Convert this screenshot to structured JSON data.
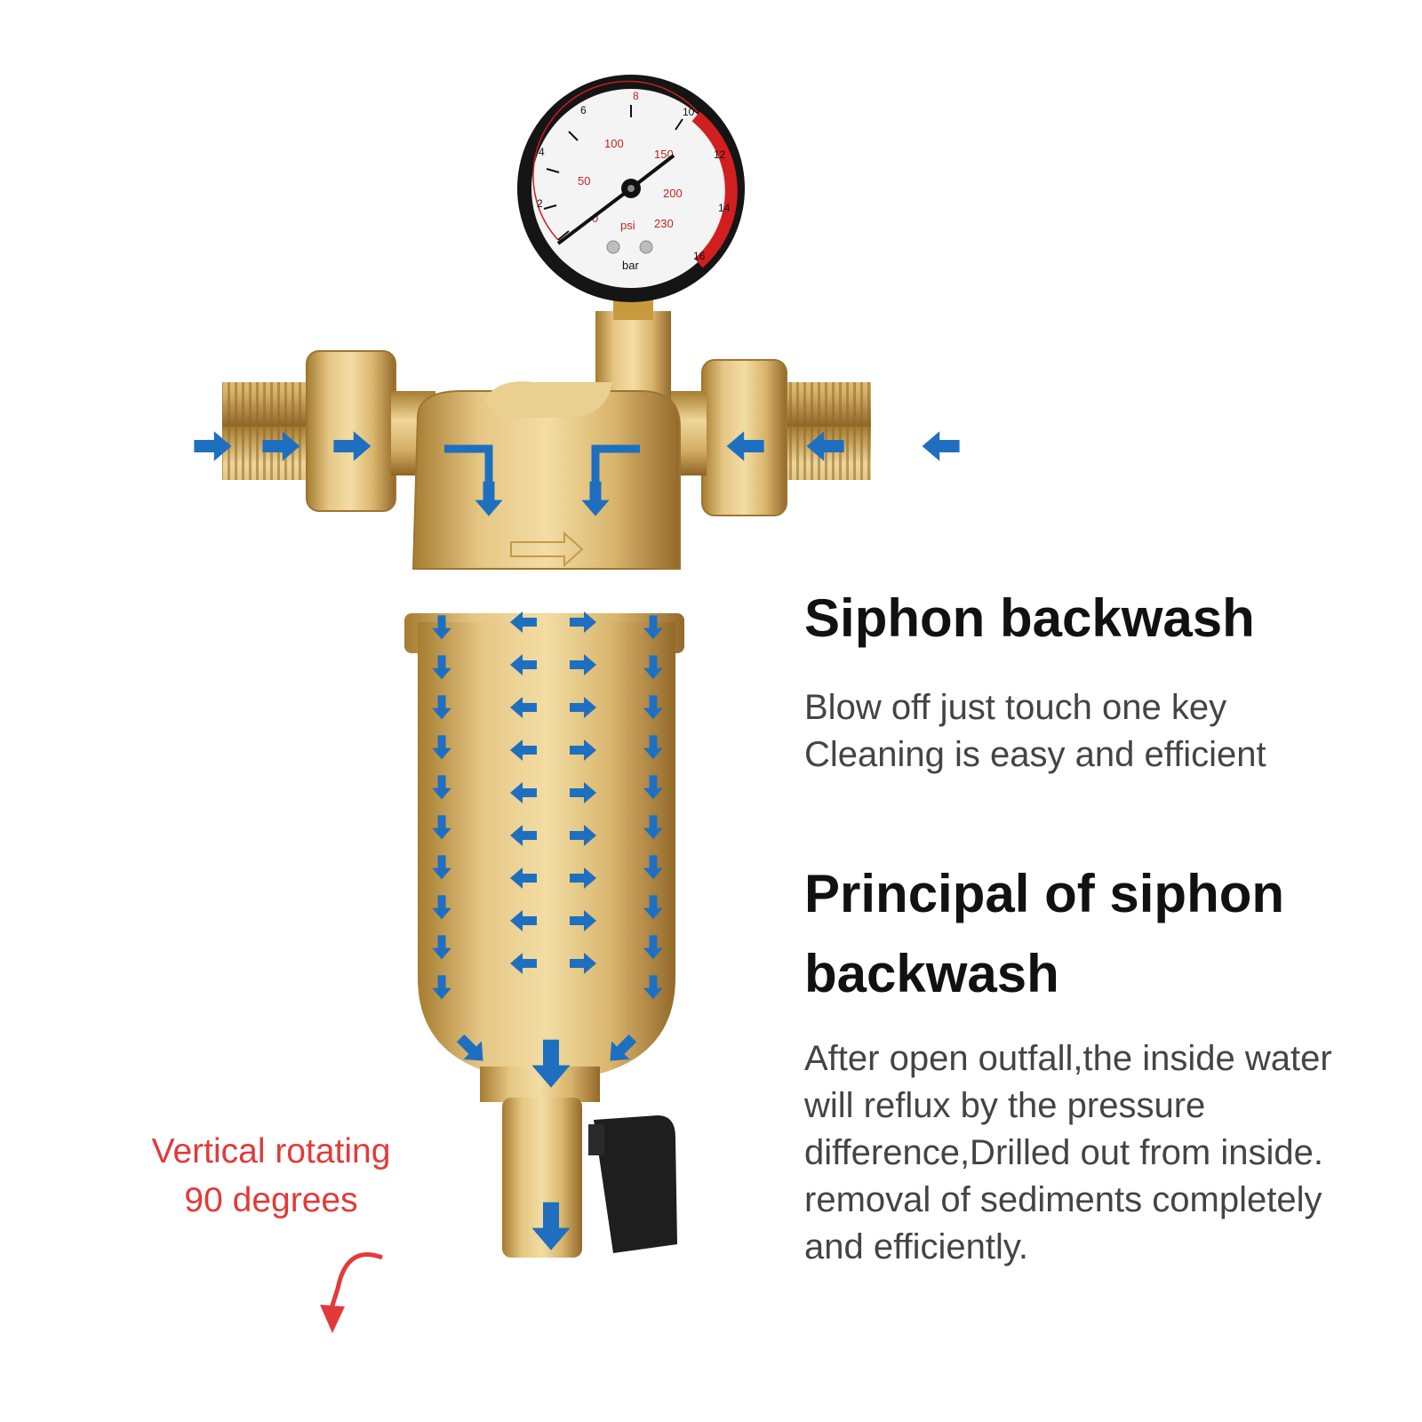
{
  "gauge": {
    "bar_scale": [
      "0",
      "2",
      "4",
      "6",
      "8",
      "10",
      "12",
      "14",
      "16"
    ],
    "psi_scale": [
      "0",
      "50",
      "100",
      "150",
      "200",
      "230"
    ],
    "psi_unit": "psi",
    "bar_unit": "bar"
  },
  "section1": {
    "title": "Siphon backwash",
    "lines": [
      "Blow off just touch one key",
      "Cleaning is easy and efficient"
    ]
  },
  "section2": {
    "title_lines": [
      "Principal of siphon",
      "backwash"
    ],
    "lines": [
      "After open outfall,the inside water",
      "will reflux by the pressure",
      "difference,Drilled out from inside.",
      "removal of sediments completely",
      "and efficiently."
    ]
  },
  "note": {
    "lines": [
      "Vertical rotating",
      "90 degrees"
    ]
  },
  "colors": {
    "flow_arrow": "#1f6fc0",
    "note_red": "#e23a3a",
    "brass": "#d7b36a"
  }
}
